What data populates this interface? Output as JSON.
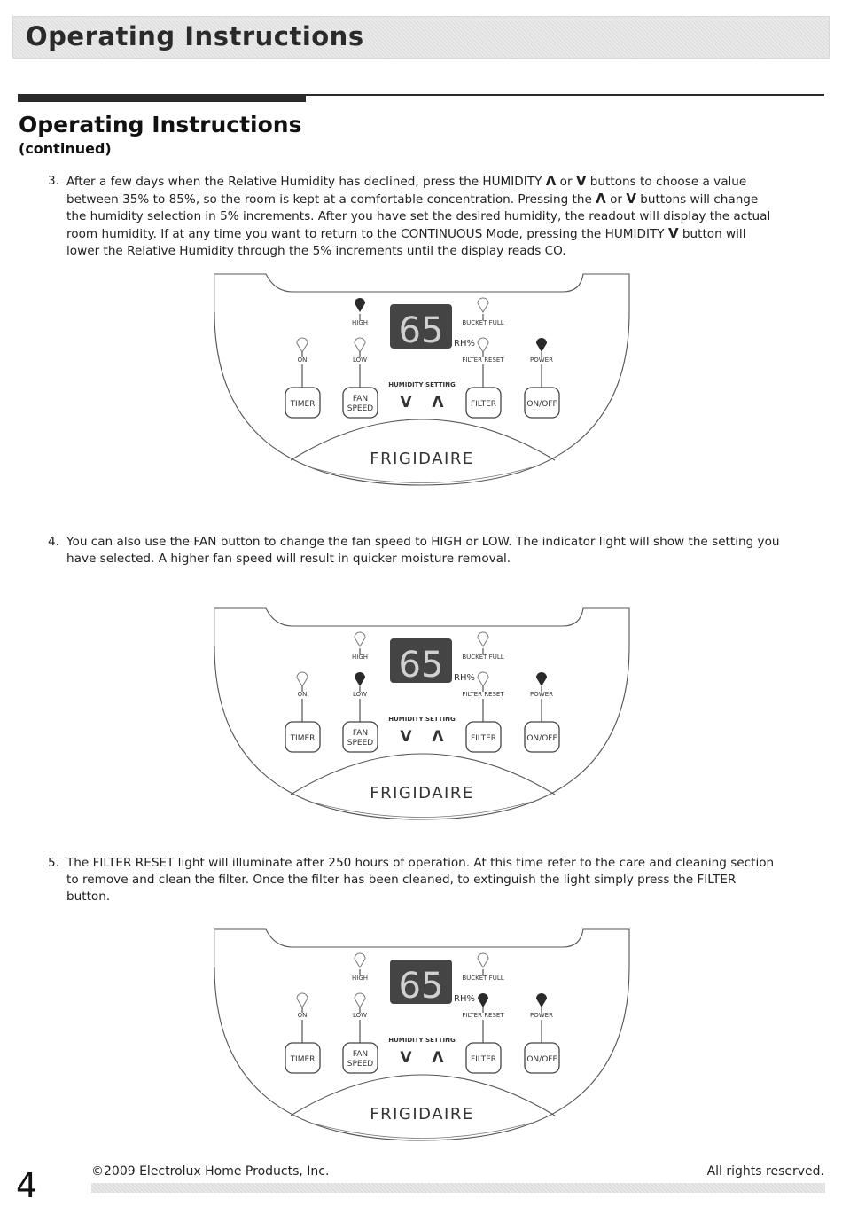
{
  "header": {
    "banner_title": "Operating Instructions",
    "section_title": "Operating Instructions",
    "section_subtitle": "(continued)"
  },
  "steps": [
    {
      "number": "3.",
      "segments": [
        {
          "t": "After a few days when the Relative Humidity has declined, press the HUMIDITY "
        },
        {
          "t": "Λ",
          "sym": true
        },
        {
          "t": " or "
        },
        {
          "t": "V",
          "sym": true
        },
        {
          "t": " buttons to choose a value between 35% to 85%, so the room is kept at a comfortable concentration. Pressing the "
        },
        {
          "t": "Λ",
          "sym": true
        },
        {
          "t": " or "
        },
        {
          "t": "V",
          "sym": true
        },
        {
          "t": " buttons will change the humidity selection in 5% increments. After you have set the desired humidity, the readout will display the actual room humidity. If at any time you want to return to the CONTINUOUS Mode, pressing the HUMIDITY "
        },
        {
          "t": "V",
          "sym": true
        },
        {
          "t": " button will lower the Relative Humidity through the 5% increments until the display reads CO."
        }
      ]
    },
    {
      "number": "4.",
      "segments": [
        {
          "t": "You can also use the FAN button to change the fan speed to HIGH or LOW. The indicator light will show the setting you have selected. A higher fan speed will result in quicker moisture removal."
        }
      ]
    },
    {
      "number": "5.",
      "segments": [
        {
          "t": "The FILTER RESET light will illuminate after 250 hours of operation. At this time refer to the care and cleaning section to remove and clean the filter. Once the filter has been cleaned, to extinguish the light simply press the FILTER button."
        }
      ]
    }
  ],
  "panel_labels": {
    "display": "65",
    "rh": "RH%",
    "high": "HIGH",
    "low": "LOW",
    "on": "ON",
    "bucket_full": "BUCKET FULL",
    "filter_reset": "FILTER RESET",
    "power": "POWER",
    "humidity_setting": "HUMIDITY SETTING",
    "timer": "TIMER",
    "fan": "FAN",
    "speed": "SPEED",
    "down": "V",
    "up": "Λ",
    "filter": "FILTER",
    "onoff": "ON/OFF",
    "brand": "FRIGIDAIRE"
  },
  "panels": [
    {
      "lit": {
        "high": true,
        "low": false,
        "on": false,
        "bucket_full": false,
        "rh": false,
        "power": true
      }
    },
    {
      "lit": {
        "high": false,
        "low": true,
        "on": false,
        "bucket_full": false,
        "rh": false,
        "power": true
      }
    },
    {
      "lit": {
        "high": false,
        "low": false,
        "on": false,
        "bucket_full": false,
        "rh": true,
        "power": true
      }
    }
  ],
  "footer": {
    "page_number": "4",
    "copyright": "©2009 Electrolux Home Products, Inc.",
    "rights": "All rights reserved."
  },
  "colors": {
    "text": "#222222",
    "lit_indicator": "#2a2a2a",
    "display_bg": "#444444",
    "display_fg": "#d0d0d0"
  }
}
